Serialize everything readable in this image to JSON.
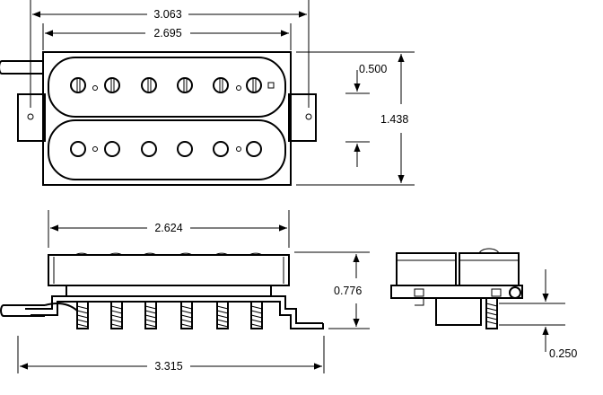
{
  "dimensions": {
    "top_overall_width": "3.063",
    "top_cover_width": "2.695",
    "top_pole_spacing": "0.500",
    "top_overall_height": "1.438",
    "side_cover_length": "2.624",
    "side_height": "0.776",
    "side_baseplate_length": "3.315",
    "end_offset": "0.250"
  }
}
